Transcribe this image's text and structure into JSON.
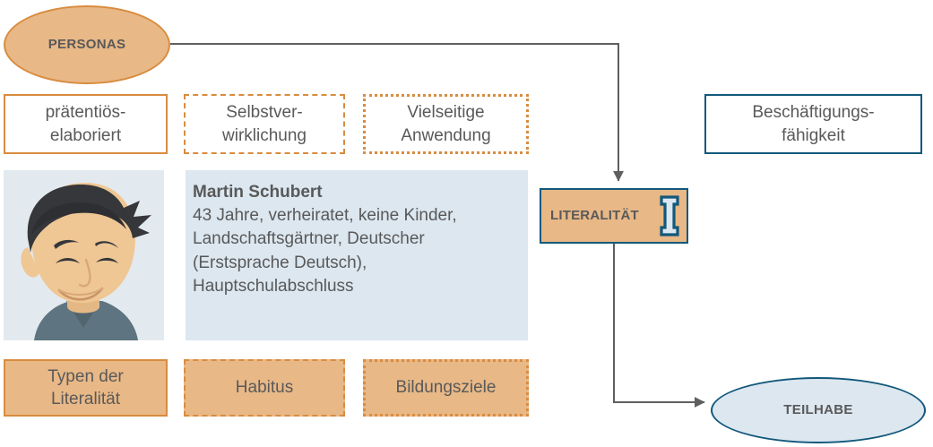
{
  "diagram": {
    "nodes": {
      "personas": {
        "label": "PERSONAS",
        "shape": "ellipse",
        "fill": "#E8B887",
        "stroke": "#D98C3F"
      },
      "teilhabe": {
        "label": "TEILHABE",
        "shape": "ellipse",
        "fill": "#DCE7F0",
        "stroke": "#12587B"
      },
      "literalitaet": {
        "label": "LITERALITÄT",
        "shape": "rect",
        "fill": "#E8B887",
        "stroke": "#12587B",
        "icon": "book-i-beam-icon"
      }
    },
    "attribute_row": [
      {
        "label_line1": "prätentiös-",
        "label_line2": "elaboriert",
        "border_style": "solid",
        "border_color": "#D98C3F",
        "fill": "#FFFFFF"
      },
      {
        "label_line1": "Selbstver-",
        "label_line2": "wirklichung",
        "border_style": "dashed",
        "border_color": "#D98C3F",
        "fill": "#FFFFFF"
      },
      {
        "label_line1": "Vielseitige",
        "label_line2": "Anwendung",
        "border_style": "dotted",
        "border_color": "#D98C3F",
        "fill": "#FFFFFF"
      }
    ],
    "outcome_box": {
      "label_line1": "Beschäftigungs-",
      "label_line2": "fähigkeit",
      "border_style": "solid",
      "border_color": "#12587B",
      "fill": "#FFFFFF"
    },
    "category_row": [
      {
        "label_line1": "Typen der",
        "label_line2": "Literalität",
        "border_style": "solid",
        "border_color": "#D98C3F",
        "fill": "#E8B887"
      },
      {
        "label_line1": "Habitus",
        "label_line2": "",
        "border_style": "dashed",
        "border_color": "#D98C3F",
        "fill": "#E8B887"
      },
      {
        "label_line1": "Bildungsziele",
        "label_line2": "",
        "border_style": "dotted",
        "border_color": "#D98C3F",
        "fill": "#E8B887"
      }
    ],
    "persona": {
      "name": "Martin Schubert",
      "description": "43 Jahre, verheiratet, keine Kinder, Landschaftsgärtner, Deutscher (Erstsprache Deutsch), Hauptschulabschluss",
      "avatar_alt": "portrait-avatar",
      "panel_fill": "#DCE7F0"
    },
    "connectors": [
      {
        "from": "personas",
        "to": "literalitaet",
        "style": "elbow-right-down",
        "arrow": true,
        "color": "#5F5F5F"
      },
      {
        "from": "literalitaet",
        "to": "teilhabe",
        "style": "elbow-down-right",
        "arrow": true,
        "color": "#5F5F5F"
      }
    ],
    "palette": {
      "orange_fill": "#E8B887",
      "orange_stroke": "#D98C3F",
      "blue_stroke": "#12587B",
      "blue_fill": "#DCE7F0",
      "text": "#595959",
      "connector": "#5F5F5F",
      "background": "#FFFFFF"
    }
  }
}
